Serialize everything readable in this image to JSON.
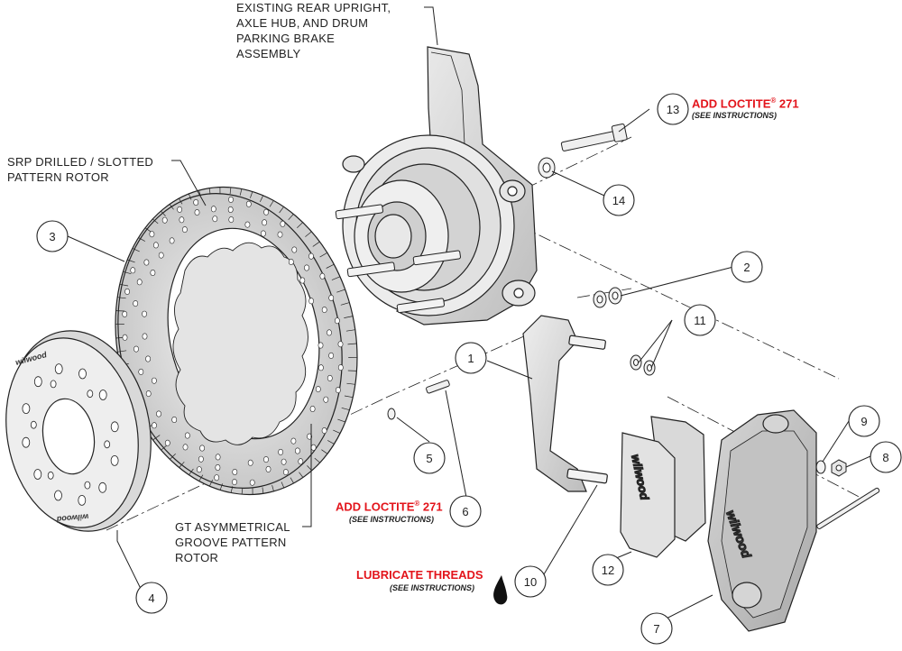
{
  "labels": {
    "upright": "EXISTING REAR UPRIGHT,\nAXLE HUB, AND DRUM\nPARKING BRAKE\nASSEMBLY",
    "srp_rotor": "SRP DRILLED / SLOTTED\nPATTERN ROTOR",
    "gt_rotor": "GT ASYMMETRICAL\nGROOVE PATTERN\nROTOR"
  },
  "notes": {
    "loctite_13": {
      "text": "ADD LOCTITE",
      "reg": "®",
      "num": " 271",
      "sub": "(SEE INSTRUCTIONS)"
    },
    "loctite_6": {
      "text": "ADD LOCTITE",
      "reg": "®",
      "num": " 271",
      "sub": "(SEE INSTRUCTIONS)"
    },
    "lubricate": {
      "text": "LUBRICATE THREADS",
      "sub": "(SEE INSTRUCTIONS)"
    }
  },
  "callouts": [
    "1",
    "2",
    "3",
    "4",
    "5",
    "6",
    "7",
    "8",
    "9",
    "10",
    "11",
    "12",
    "13",
    "14"
  ],
  "brand": "wilwood",
  "colors": {
    "accent_red": "#e3141b",
    "line": "#222222",
    "part_fill": "#dcdcdc"
  }
}
